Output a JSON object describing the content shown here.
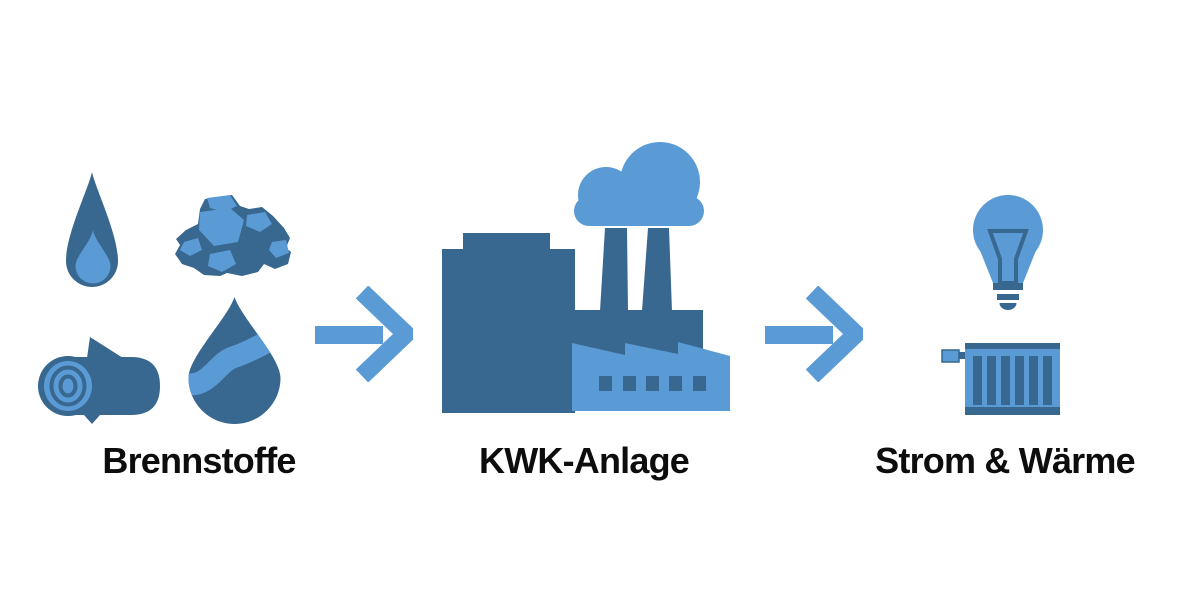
{
  "diagram": {
    "type": "process-flow",
    "colors": {
      "dark_blue": "#38678f",
      "light_blue": "#5b9bd5",
      "text": "#0d0d0d",
      "background": "#ffffff"
    },
    "nodes": [
      {
        "id": "fuels",
        "label": "Brennstoffe",
        "icons": [
          "gas-flame-drop",
          "coal-pile",
          "wood-log",
          "oil-drop"
        ]
      },
      {
        "id": "plant",
        "label": "KWK-Anlage",
        "icons": [
          "factory-with-smoke-cloud"
        ]
      },
      {
        "id": "output",
        "label": "Strom & Wärme",
        "icons": [
          "lightbulb",
          "radiator"
        ]
      }
    ],
    "connectors": [
      {
        "from": "fuels",
        "to": "plant",
        "type": "arrow-right"
      },
      {
        "from": "plant",
        "to": "output",
        "type": "arrow-right"
      }
    ]
  }
}
